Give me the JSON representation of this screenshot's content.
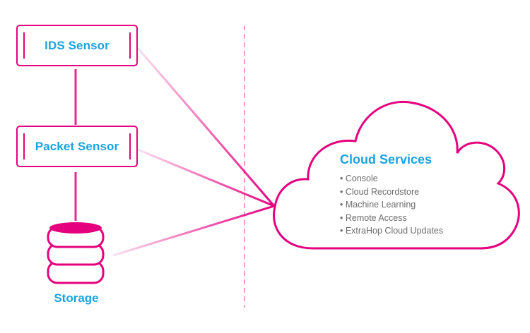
{
  "colors": {
    "accent": "#e5007e",
    "label": "#1aa3e0",
    "text": "#6b6b6b"
  },
  "nodes": {
    "ids_sensor": {
      "label": "IDS Sensor",
      "icon": "box-icon"
    },
    "packet_sensor": {
      "label": "Packet Sensor",
      "icon": "box-icon"
    },
    "storage": {
      "label": "Storage",
      "icon": "database-icon"
    }
  },
  "cloud": {
    "title": "Cloud Services",
    "icon": "cloud-icon",
    "items": [
      "• Console",
      "• Cloud Recordstore",
      "• Machine Learning",
      "• Remote Access",
      "• ExtraHop Cloud Updates"
    ]
  }
}
